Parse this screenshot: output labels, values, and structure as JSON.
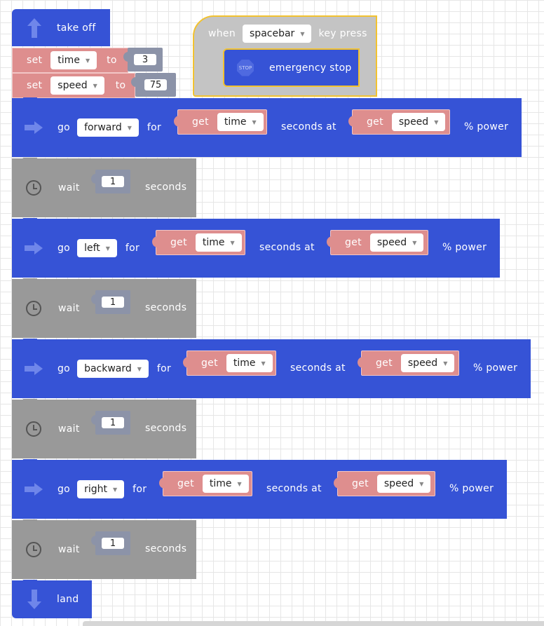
{
  "takeoff": {
    "label": "take off"
  },
  "set_time": {
    "set_label": "set",
    "variable": "time",
    "to_label": "to",
    "value": "3"
  },
  "set_speed": {
    "set_label": "set",
    "variable": "speed",
    "to_label": "to",
    "value": "75"
  },
  "event": {
    "when_label": "when",
    "key": "spacebar",
    "key_press_label": "key press",
    "stop_label": "emergency stop",
    "stop_icon_text": "STOP"
  },
  "moves": [
    {
      "go_label": "go",
      "direction": "forward",
      "for_label": "for",
      "get_label": "get",
      "time_var": "time",
      "seconds_at_label": "seconds at",
      "speed_var": "speed",
      "power_label": "% power"
    },
    {
      "go_label": "go",
      "direction": "left",
      "for_label": "for",
      "get_label": "get",
      "time_var": "time",
      "seconds_at_label": "seconds at",
      "speed_var": "speed",
      "power_label": "% power"
    },
    {
      "go_label": "go",
      "direction": "backward",
      "for_label": "for",
      "get_label": "get",
      "time_var": "time",
      "seconds_at_label": "seconds at",
      "speed_var": "speed",
      "power_label": "% power"
    },
    {
      "go_label": "go",
      "direction": "right",
      "for_label": "for",
      "get_label": "get",
      "time_var": "time",
      "seconds_at_label": "seconds at",
      "speed_var": "speed",
      "power_label": "% power"
    }
  ],
  "waits": [
    {
      "wait_label": "wait",
      "value": "1",
      "seconds_label": "seconds"
    },
    {
      "wait_label": "wait",
      "value": "1",
      "seconds_label": "seconds"
    },
    {
      "wait_label": "wait",
      "value": "1",
      "seconds_label": "seconds"
    },
    {
      "wait_label": "wait",
      "value": "1",
      "seconds_label": "seconds"
    }
  ],
  "land": {
    "label": "land"
  },
  "colors": {
    "motion": "#3653d6",
    "control": "#999999",
    "variable": "#de8e8e",
    "number": "#8c93a8",
    "event_border": "#f2c230"
  },
  "icons": {
    "takeoff": "arrow-up-icon",
    "move": "arrow-right-icon",
    "wait": "clock-icon",
    "land": "arrow-down-icon",
    "stop": "stop-icon"
  }
}
